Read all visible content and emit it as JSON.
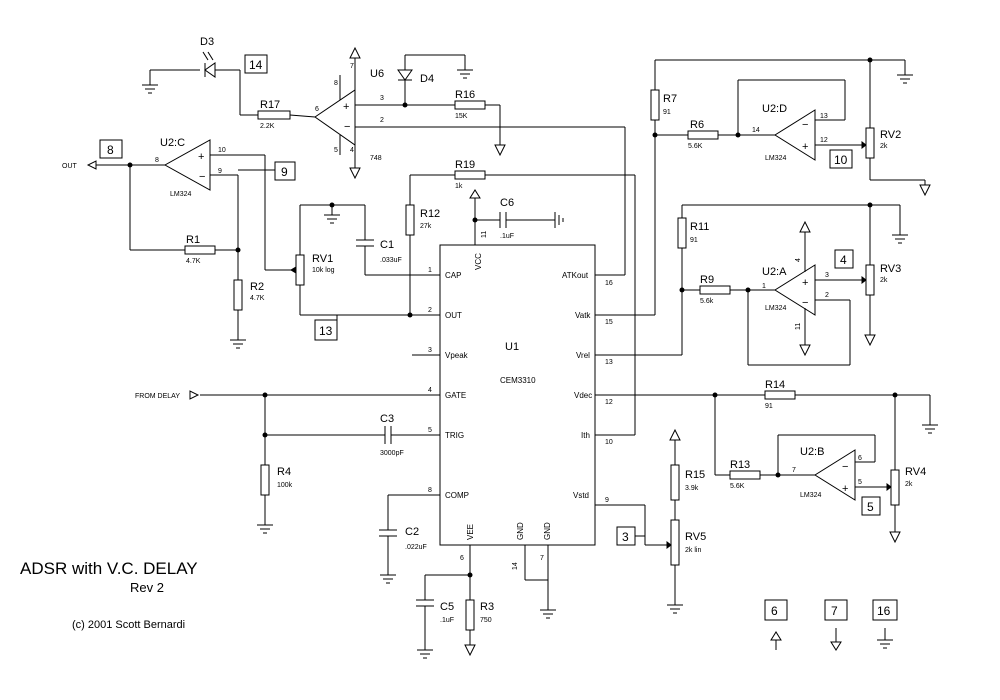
{
  "title": "ADSR with V.C. DELAY",
  "revision": "Rev 2",
  "copyright": "(c) 2001 Scott Bernardi",
  "ports": {
    "out": "OUT",
    "from_delay": "FROM DELAY"
  },
  "ic": {
    "ref": "U1",
    "part": "CEM3310",
    "pins": {
      "cap": {
        "name": "CAP",
        "num": "1"
      },
      "out": {
        "name": "OUT",
        "num": "2"
      },
      "vpeak": {
        "name": "Vpeak",
        "num": "3"
      },
      "gate": {
        "name": "GATE",
        "num": "4"
      },
      "trig": {
        "name": "TRIG",
        "num": "5"
      },
      "comp": {
        "name": "COMP",
        "num": "8"
      },
      "atkout": {
        "name": "ATKout",
        "num": "16"
      },
      "vatk": {
        "name": "Vatk",
        "num": "15"
      },
      "vrel": {
        "name": "Vrel",
        "num": "13"
      },
      "vdec": {
        "name": "Vdec",
        "num": "12"
      },
      "ith": {
        "name": "Ith",
        "num": "10"
      },
      "vstd": {
        "name": "Vstd",
        "num": "9"
      },
      "vcc": {
        "name": "VCC",
        "num": "11"
      },
      "vee": {
        "name": "VEE",
        "num": "6"
      },
      "gnd1": {
        "name": "GND",
        "num": "14"
      },
      "gnd2": {
        "name": "GND",
        "num": "7"
      }
    }
  },
  "opamps": {
    "u2c": {
      "ref": "U2:C",
      "part": "LM324",
      "out": "8",
      "plus": "10",
      "minus": "9"
    },
    "u2d": {
      "ref": "U2:D",
      "part": "LM324",
      "out": "14",
      "plus": "12",
      "minus": "13"
    },
    "u2a": {
      "ref": "U2:A",
      "part": "LM324",
      "out": "1",
      "plus": "3",
      "minus": "2",
      "vplus": "4",
      "vminus": "11"
    },
    "u2b": {
      "ref": "U2:B",
      "part": "LM324",
      "out": "7",
      "plus": "5",
      "minus": "6"
    },
    "u6": {
      "ref": "U6",
      "part": "748",
      "out": "6",
      "plus": "3",
      "minus": "2",
      "p7": "7",
      "p8": "8",
      "p4": "4",
      "p5": "5"
    }
  },
  "resistors": {
    "r1": {
      "ref": "R1",
      "value": "4.7K"
    },
    "r2": {
      "ref": "R2",
      "value": "4.7K"
    },
    "r3": {
      "ref": "R3",
      "value": "750"
    },
    "r4": {
      "ref": "R4",
      "value": "100k"
    },
    "r6": {
      "ref": "R6",
      "value": "5.6K"
    },
    "r7": {
      "ref": "R7",
      "value": "91"
    },
    "r9": {
      "ref": "R9",
      "value": "5.6k"
    },
    "r11": {
      "ref": "R11",
      "value": "91"
    },
    "r12": {
      "ref": "R12",
      "value": "27k"
    },
    "r13": {
      "ref": "R13",
      "value": "5.6K"
    },
    "r14": {
      "ref": "R14",
      "value": "91"
    },
    "r15": {
      "ref": "R15",
      "value": "3.9k"
    },
    "r16": {
      "ref": "R16",
      "value": "15K"
    },
    "r17": {
      "ref": "R17",
      "value": "2.2K"
    },
    "r19": {
      "ref": "R19",
      "value": "1k"
    }
  },
  "pots": {
    "rv1": {
      "ref": "RV1",
      "value": "10k log"
    },
    "rv2": {
      "ref": "RV2",
      "value": "2k"
    },
    "rv3": {
      "ref": "RV3",
      "value": "2k"
    },
    "rv4": {
      "ref": "RV4",
      "value": "2k"
    },
    "rv5": {
      "ref": "RV5",
      "value": "2k lin"
    }
  },
  "capacitors": {
    "c1": {
      "ref": "C1",
      "value": ".033uF"
    },
    "c2": {
      "ref": "C2",
      "value": ".022uF"
    },
    "c3": {
      "ref": "C3",
      "value": "3000pF"
    },
    "c5": {
      "ref": "C5",
      "value": ".1uF"
    },
    "c6": {
      "ref": "C6",
      "value": ".1uF"
    }
  },
  "diodes": {
    "d3": "D3",
    "d4": "D4"
  },
  "net_labels": {
    "n8": "8",
    "n9": "9",
    "n10": "10",
    "n4": "4",
    "n5": "5",
    "n3": "3",
    "n13": "13",
    "n14": "14",
    "n6": "6",
    "n7": "7",
    "n16": "16"
  }
}
